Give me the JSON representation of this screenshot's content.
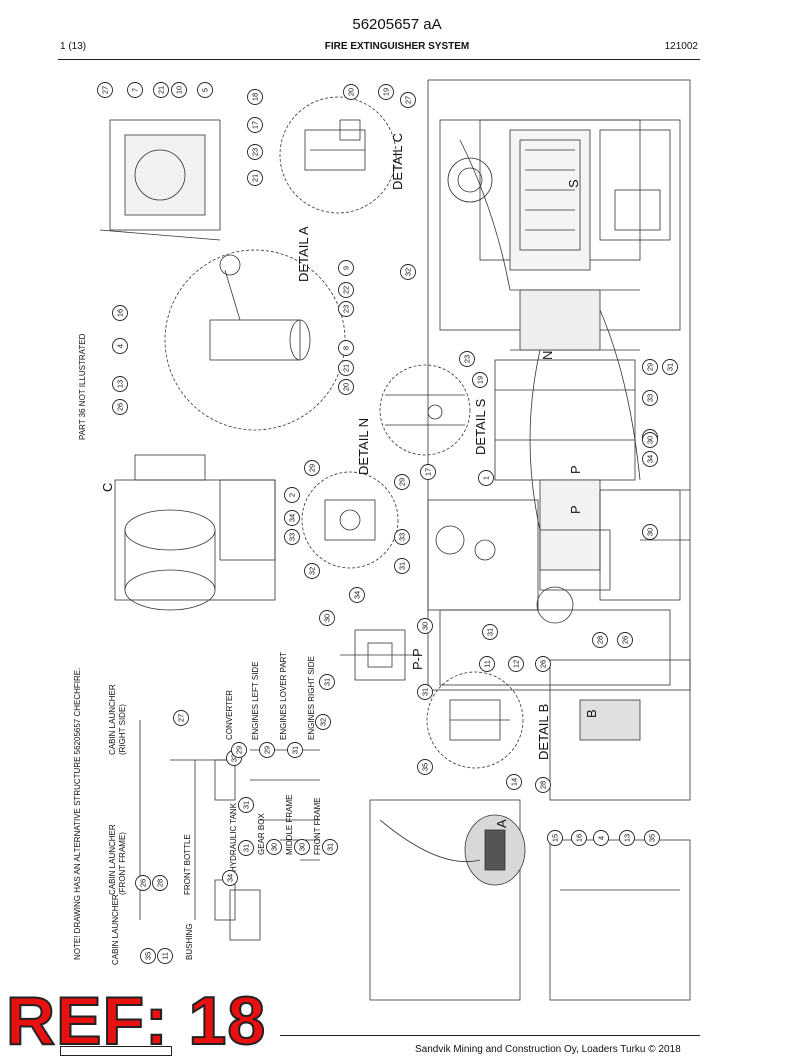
{
  "header": {
    "doc_number": "56205657 aA",
    "page": "1 (13)",
    "title": "FIRE EXTINGUISHER SYSTEM",
    "revision": "121002"
  },
  "watermark": "REF: 18",
  "footer": {
    "copyright": "Sandvik Mining and Construction Oy, Loaders Turku © 2018"
  },
  "notes": {
    "alt_structure": "NOTE! DRAWING HAS AN ALTERNATIVE STRUCTURE 56205657 CHECHFIRE.",
    "not_illustrated": "PART 36 NOT ILLUSTRATED"
  },
  "views": {
    "detail_a": "DETAIL A",
    "detail_b": "DETAIL B",
    "detail_c": "DETAIL C",
    "detail_n": "DETAIL N",
    "detail_s": "DETAIL S",
    "section_pp": "P-P",
    "mark_a": "A",
    "mark_b": "B",
    "mark_c": "C",
    "mark_n": "N",
    "mark_s": "S",
    "mark_p1": "P",
    "mark_p2": "P"
  },
  "schematic_labels": {
    "cabin_launcher": "CABIN LAUNCHER",
    "cabin_launcher_front_1": "CABIN LAUNCHER",
    "cabin_launcher_front_2": "(FRONT FRAME)",
    "cabin_launcher_right_1": "CABIN LAUNCHER",
    "cabin_launcher_right_2": "(RIGHT SIDE)",
    "bushing": "BUSHING",
    "front_bottle": "FRONT BOTTLE",
    "hydraulic_tank": "HYDRAULIC TANK",
    "gear_box": "GEAR BOX",
    "middle_frame": "MIDDLE FRAME",
    "front_frame": "FRONT FRAME",
    "converter": "CONVERTER",
    "engines_left": "ENGINES LEFT SIDE",
    "engines_lower": "ENGINES LOVER PART",
    "engines_right": "ENGINES RIGHT SIDE"
  },
  "callouts": {
    "a1": "27",
    "a2": "7",
    "a3": "21",
    "a4": "10",
    "a5": "5",
    "b1": "18",
    "b2": "17",
    "b3": "23",
    "b4": "21",
    "b5": "20",
    "b6": "19",
    "b7": "27",
    "c1": "16",
    "c2": "4",
    "c3": "13",
    "c4": "26",
    "c5": "9",
    "c6": "22",
    "c7": "23",
    "c8": "8",
    "c9": "21",
    "c10": "20",
    "d1": "32",
    "d2": "23",
    "d3": "19",
    "d4": "29",
    "d5": "31",
    "d6": "33",
    "d7": "30",
    "d8": "34",
    "d9": "1",
    "e1": "29",
    "e2": "2",
    "e3": "34",
    "e4": "33",
    "e5": "29",
    "e6": "33",
    "e7": "32",
    "e8": "31",
    "f1": "34",
    "f2": "30",
    "f3": "30",
    "f4": "31",
    "f5": "31",
    "f6": "31",
    "f7": "30",
    "g1": "11",
    "g2": "12",
    "g3": "26",
    "g4": "28",
    "g5": "26",
    "g6": "35",
    "g7": "14",
    "g8": "28",
    "h1": "15",
    "h2": "16",
    "h3": "4",
    "h4": "13",
    "h5": "35",
    "s1": "27",
    "s2": "33",
    "s3": "29",
    "s4": "29",
    "s5": "31",
    "s6": "31",
    "s7": "32",
    "s8": "31",
    "s9": "30",
    "s10": "30",
    "s11": "31",
    "s12": "34",
    "s13": "26",
    "s14": "28",
    "s15": "35",
    "s16": "11",
    "n1": "17",
    "n2": "30"
  }
}
